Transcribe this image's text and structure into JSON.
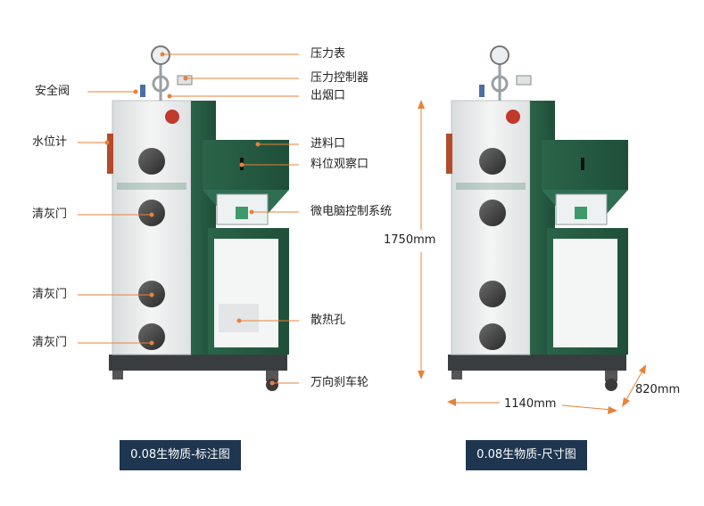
{
  "labels_left": [
    "安全阀",
    "水位计",
    "清灰门",
    "清灰门",
    "清灰门"
  ],
  "labels_right": [
    "压力表",
    "压力控制器",
    "出烟口",
    "进料口",
    "料位观察口",
    "微电脑控制系统",
    "散热孔",
    "万向刹车轮"
  ],
  "dimensions": {
    "height": "1750mm",
    "width": "1140mm",
    "depth": "820mm"
  },
  "captions": {
    "annotated": "0.08生物质-标注图",
    "dimension": "0.08生物质-尺寸图"
  },
  "colors": {
    "accent": "#e8823a",
    "green": "#2d6b4f",
    "caption_bg": "#1f3650"
  }
}
